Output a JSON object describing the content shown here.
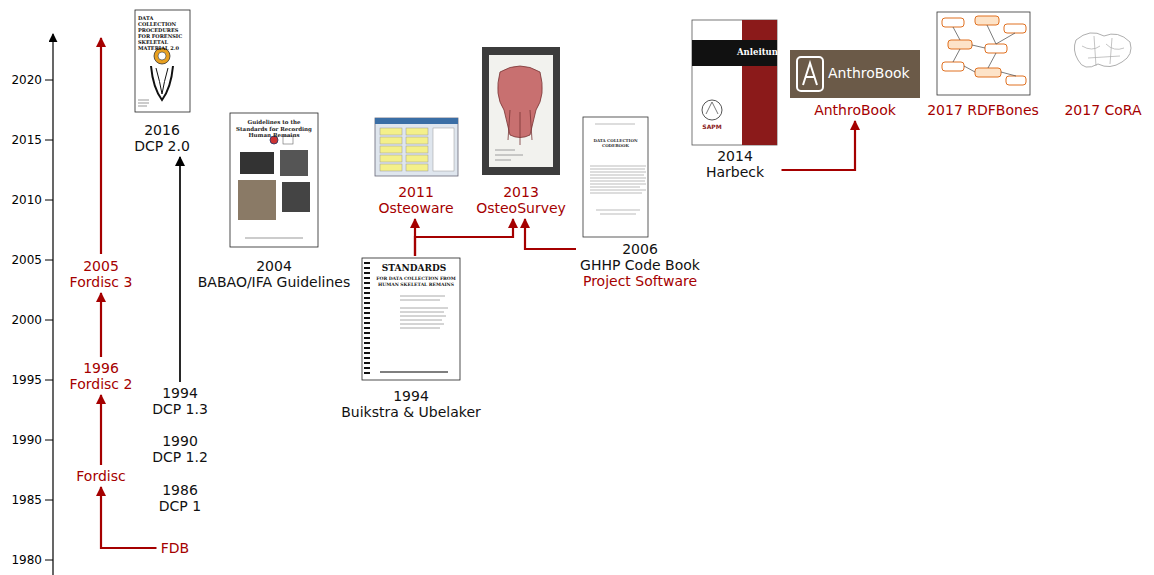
{
  "diagram": {
    "nodes": [
      {
        "text": [
          "FDB"
        ]
      },
      {
        "text": [
          "Fordisc"
        ]
      },
      {
        "text": [
          "1996",
          "Fordisc 2"
        ]
      },
      {
        "text": [
          "2005",
          "Fordisc 3"
        ]
      },
      {
        "text": [
          "1986",
          "DCP 1"
        ]
      },
      {
        "text": [
          "1990",
          "DCP 1.2"
        ]
      },
      {
        "text": [
          "1994",
          "DCP 1.3"
        ]
      },
      {
        "text": [
          "2016",
          "DCP 2.0"
        ]
      },
      {
        "text": [
          "2004",
          "BABAO/IFA Guidelines"
        ]
      },
      {
        "text": [
          "1994",
          "Buikstra & Ubelaker"
        ]
      },
      {
        "text": [
          "2011",
          "Osteoware"
        ]
      },
      {
        "text": [
          "2013",
          "OsteoSurvey"
        ]
      },
      {
        "text": [
          "2006",
          "GHHP Code Book",
          "Project Software"
        ]
      },
      {
        "text": [
          "2014",
          "Harbeck"
        ]
      },
      {
        "text": [
          "AnthroBook"
        ]
      },
      {
        "text": [
          "2017 RDFBones"
        ]
      },
      {
        "text": [
          "2017 CoRA"
        ]
      }
    ],
    "edges": [
      {
        "from": 0,
        "to": 1,
        "arrow": "to"
      },
      {
        "from": 1,
        "to": 2,
        "arrow": "to"
      },
      {
        "from": 2,
        "to": 3,
        "arrow": "to"
      },
      {
        "from": 6,
        "to": 7,
        "arrow": "to"
      },
      {
        "from": 9,
        "to": 10,
        "arrow": "to"
      },
      {
        "from": 9,
        "to": 11,
        "arrow": "to"
      },
      {
        "from": 12,
        "to": 11,
        "arrow": "to"
      },
      {
        "from": 13,
        "to": 14,
        "arrow": "to"
      }
    ],
    "labels": [
      "2020",
      "2015",
      "2010",
      "2005",
      "2000",
      "1995",
      "1990",
      "1985",
      "1980",
      "DATA COLLECTION PROCEDURES FOR FORENSIC SKELETAL MATERIAL 2.0",
      "Guidelines to the Standards for Recording Human Remains",
      "STANDARDS",
      "FOR DATA COLLECTION FROM HUMAN SKELETAL REMAINS",
      "Anleitung",
      "SAPM",
      "AnthroBook",
      "DATA COLLECTION CODEBOOK"
    ]
  }
}
